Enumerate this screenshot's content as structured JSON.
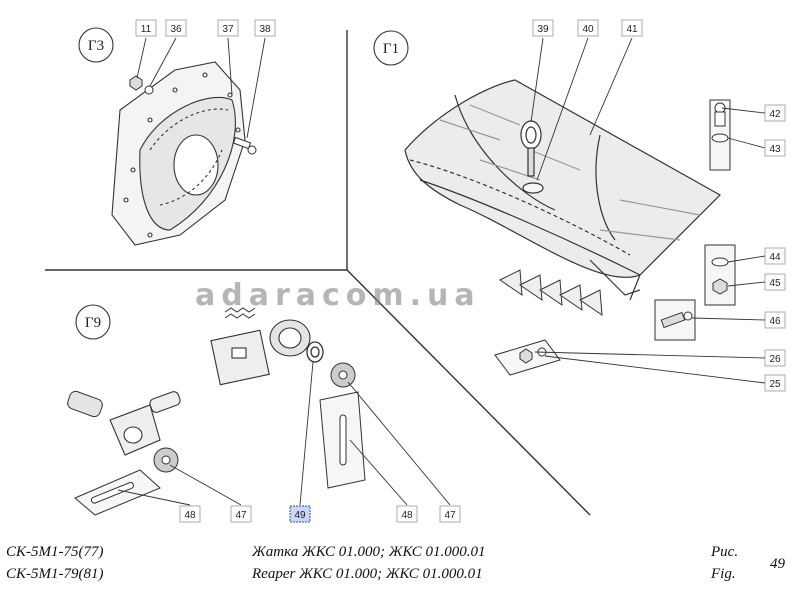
{
  "views": {
    "g3": "Г3",
    "g1": "Г1",
    "g9": "Г9"
  },
  "callouts": {
    "g3": [
      "11",
      "36",
      "37",
      "38"
    ],
    "g1": [
      "39",
      "40",
      "41",
      "42",
      "43",
      "44",
      "45",
      "46",
      "26",
      "25"
    ],
    "g9": [
      "48",
      "47",
      "49",
      "48",
      "47"
    ]
  },
  "watermark": "adaracom.ua",
  "footer": {
    "model_line_1": "СК-5М1-75(77)",
    "model_line_2": "СК-5М1-79(81)",
    "title_ru": "Жатка ЖКС 01.000; ЖКС 01.000.01",
    "title_en": "Reaper ЖКС 01.000; ЖКС 01.000.01",
    "fig_ru": "Рис.",
    "fig_en": "Fig.",
    "fig_number": "49"
  },
  "colors": {
    "line": "#333333",
    "highlight": "#c9d6f5"
  }
}
